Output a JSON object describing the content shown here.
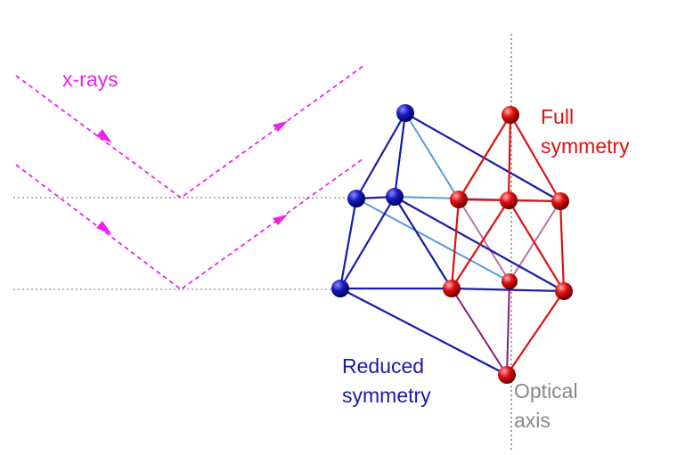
{
  "labels": {
    "xrays": "x-rays",
    "full_symmetry_line1": "Full",
    "full_symmetry_line2": "symmetry",
    "reduced_symmetry_line1": "Reduced",
    "reduced_symmetry_line2": "symmetry",
    "optical_axis_line1": "Optical",
    "optical_axis_line2": "axis"
  },
  "colors": {
    "xray": "#ee22ee",
    "reduced": "#1a1aa8",
    "reduced_light": "#5b9bd5",
    "full": "#dd1111",
    "mixed": "#c06fa0",
    "purple_edge": "#8a1a78",
    "axis": "#888888",
    "background": "#ffffff"
  }
}
